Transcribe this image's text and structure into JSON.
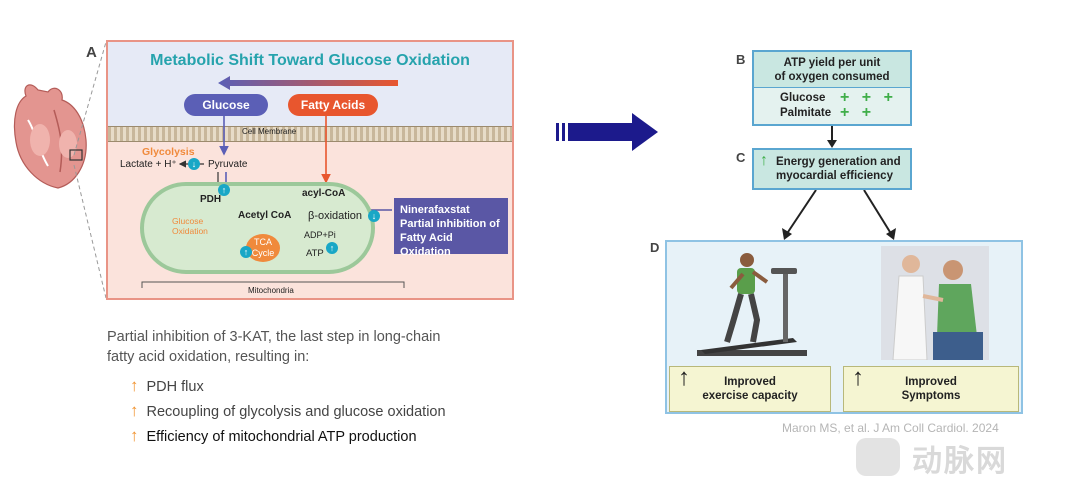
{
  "colors": {
    "accent": "#26a3ad",
    "fatty": "#e8562e",
    "glucose": "#5b5fb6",
    "drug": "#5a57a5",
    "up_arrow": "#f0932f",
    "plus": "#3fae49"
  },
  "panelA": {
    "letter": "A",
    "title": "Metabolic Shift Toward Glucose Oxidation",
    "glucose": "Glucose",
    "fatty_acids": "Fatty Acids",
    "cell_membrane": "Cell Membrane",
    "glycolysis": "Glycolysis",
    "lactate": "Lactate + H⁺",
    "pyruvate": "Pyruvate",
    "pdh": "PDH",
    "acetyl_coa": "Acetyl CoA",
    "acyl_coa": "acyl-CoA",
    "beta_oxidation": "β-oxidation",
    "glucose_oxidation_1": "Glucose",
    "glucose_oxidation_2": "Oxidation",
    "tca_1": "TCA",
    "tca_2": "Cycle",
    "adp": "ADP+Pi",
    "atp": "ATP",
    "mitochondria": "Mitochondria",
    "drug_line1": "Ninerafaxstat",
    "drug_line2": "Partial inhibition of",
    "drug_line3": "Fatty Acid Oxidation"
  },
  "description": {
    "line1": "Partial inhibition of 3-KAT, the last step in long-chain",
    "line2": "fatty acid oxidation, resulting in:",
    "bullets": [
      "PDH flux",
      "Recoupling of glycolysis and glucose oxidation",
      "Efficiency of mitochondrial ATP production"
    ],
    "arrow": "↑"
  },
  "panelB": {
    "letter": "B",
    "header_1": "ATP yield per unit",
    "header_2": "of oxygen consumed",
    "row1_label": "Glucose",
    "row1_value": "+ + +",
    "row2_label": "Palmitate",
    "row2_value": "+ +"
  },
  "panelC": {
    "letter": "C",
    "line1": "Energy generation and",
    "line2": "myocardial efficiency"
  },
  "panelD": {
    "letter": "D",
    "left_1": "Improved",
    "left_2": "exercise capacity",
    "right_1": "Improved",
    "right_2": "Symptoms"
  },
  "citation": "Maron MS, et al. J Am Coll Cardiol. 2024",
  "watermark": "动脉网"
}
